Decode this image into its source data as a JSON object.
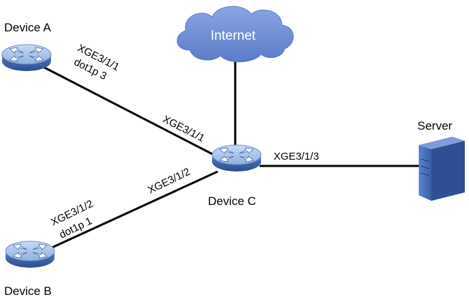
{
  "nodes": {
    "device_a": {
      "label": "Device A",
      "icon": "router-icon"
    },
    "device_b": {
      "label": "Device B",
      "icon": "router-icon"
    },
    "device_c": {
      "label": "Device C",
      "icon": "router-icon"
    },
    "server": {
      "label": "Server",
      "icon": "server-icon"
    },
    "internet": {
      "label": "Internet",
      "icon": "cloud-icon"
    }
  },
  "links": {
    "a_c": {
      "a_port": "XGE3/1/1",
      "a_priority": "dot1p 3",
      "c_port": "XGE3/1/1"
    },
    "b_c": {
      "b_port": "XGE3/1/2",
      "b_priority": "dot1p 1",
      "c_port": "XGE3/1/2"
    },
    "c_server": {
      "c_port": "XGE3/1/3"
    }
  },
  "colors": {
    "router_top": "#a7c3e6",
    "router_side": "#3f66ad",
    "cloud": "#6c8cd5",
    "server_front": "#4a6fbf",
    "server_side": "#2a4a8a",
    "link": "#000000"
  }
}
